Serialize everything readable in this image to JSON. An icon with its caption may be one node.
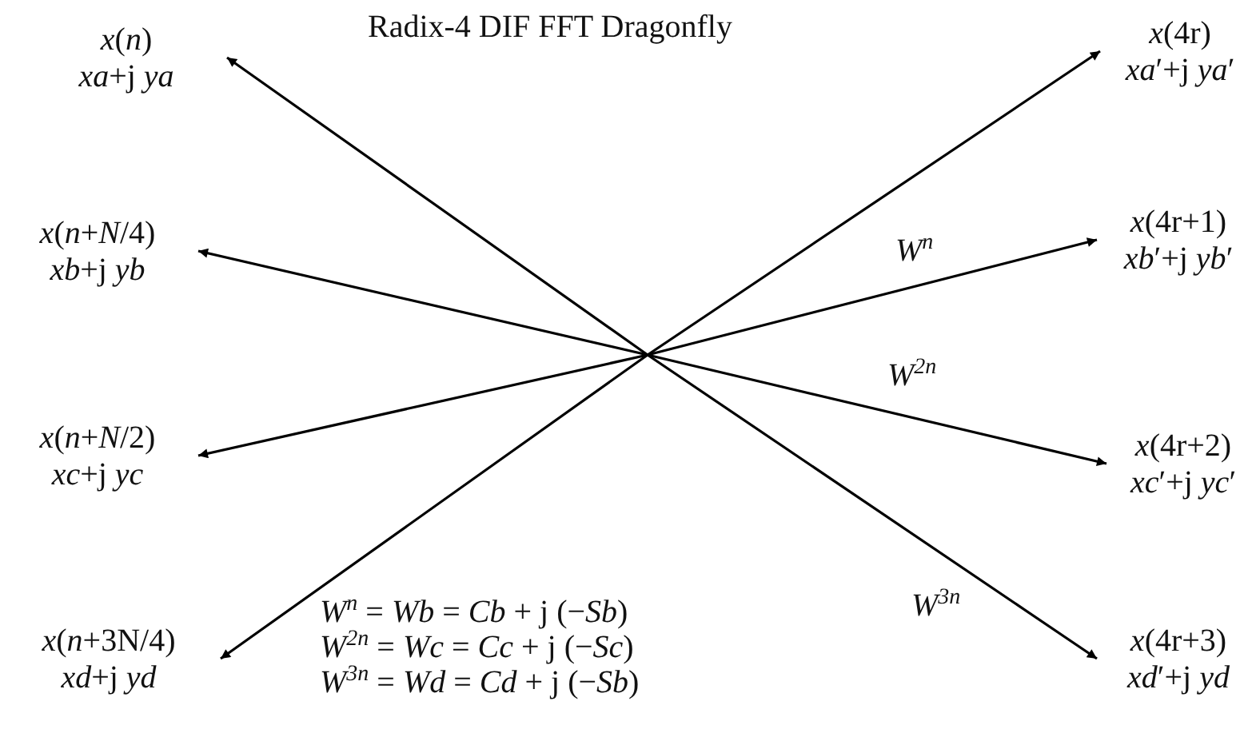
{
  "diagram": {
    "title": "Radix-4 DIF FFT Dragonfly",
    "nodes": [
      {
        "text": [
          "*x*(*n*)",
          "*xa*+j *ya*"
        ]
      },
      {
        "text": [
          "*x*(*n*+*N*/4)",
          "*xb*+j *yb*"
        ]
      },
      {
        "text": [
          "*x*(*n*+*N*/2)",
          "*xc*+j *yc*"
        ]
      },
      {
        "text": [
          "*x*(*n*+3N/4)",
          "*xd*+j *yd*"
        ]
      },
      {
        "text": [
          "*x*(4r)",
          "*xa*′+j *ya*′"
        ]
      },
      {
        "text": [
          "*x*(4r+1)",
          "*xb*′+j *yb*′"
        ]
      },
      {
        "text": [
          "*x*(4r+2)",
          "*xc*′+j *yc*′"
        ]
      },
      {
        "text": [
          "*x*(4r+3)",
          "*xd*′+j *yd*"
        ]
      }
    ],
    "edges": [
      {
        "from": null,
        "to": 0,
        "arrow": "to"
      },
      {
        "from": null,
        "to": 1,
        "arrow": "to"
      },
      {
        "from": null,
        "to": 2,
        "arrow": "to"
      },
      {
        "from": null,
        "to": 3,
        "arrow": "to"
      },
      {
        "from": null,
        "to": 4,
        "arrow": "to"
      },
      {
        "from": null,
        "to": 5,
        "arrow": "to"
      },
      {
        "from": null,
        "to": 6,
        "arrow": "to"
      },
      {
        "from": null,
        "to": 7,
        "arrow": "to"
      }
    ],
    "labels": [
      "*W*$^{n}$",
      "*W*$^{2n}$",
      "*W*$^{3n}$",
      "*W*$^{n}$ = *Wb* = *Cb* + j (−*Sb*)",
      "*W*$^{2n}$ = *Wc* = *Cc* + j (−*Sc*)",
      "*W*$^{3n}$ = *Wd* = *Cd* + j (−*Sb*)"
    ]
  }
}
